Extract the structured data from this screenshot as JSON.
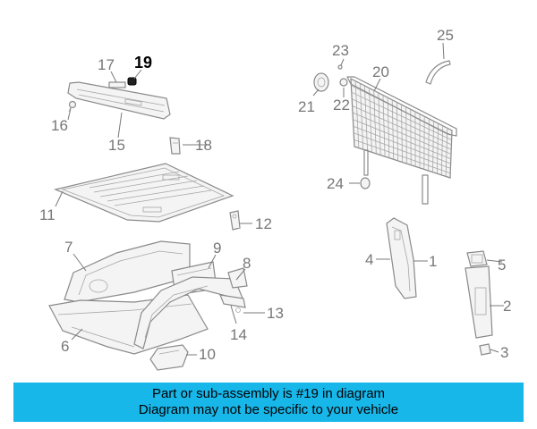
{
  "diagram": {
    "highlighted_part": "19",
    "callouts": [
      "1",
      "2",
      "3",
      "4",
      "5",
      "6",
      "7",
      "8",
      "9",
      "10",
      "11",
      "12",
      "13",
      "14",
      "15",
      "16",
      "17",
      "18",
      "19",
      "20",
      "21",
      "22",
      "23",
      "24",
      "25"
    ],
    "colors": {
      "linework": "#8a8a8a",
      "callout_text": "#777777",
      "highlight_text": "#000000"
    }
  },
  "banner": {
    "line1": "Part or sub-assembly is #19 in diagram",
    "line2": "Diagram may not be specific to your vehicle",
    "background_color": "#17b7ea"
  }
}
